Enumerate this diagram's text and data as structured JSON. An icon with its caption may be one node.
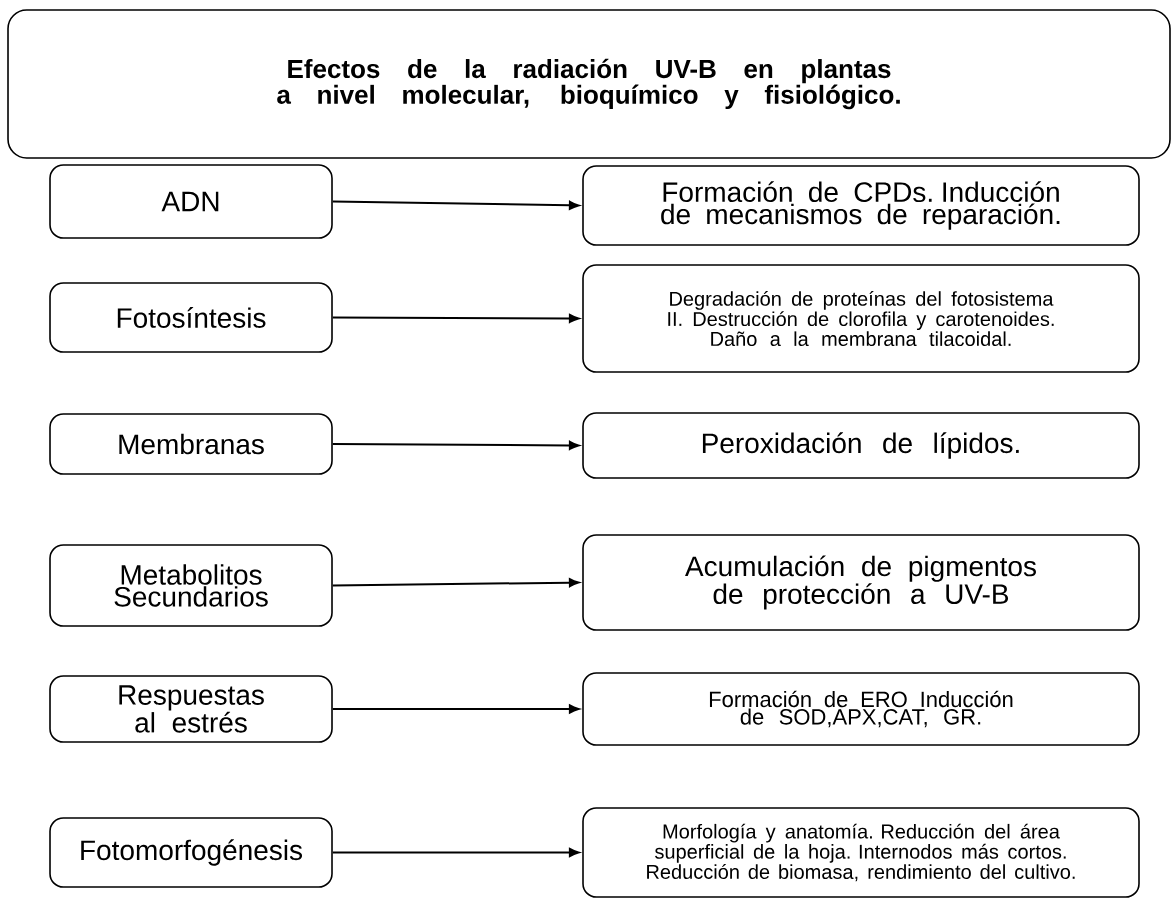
{
  "diagram": {
    "nodes": [
      {
        "text": [
          "Efectos de la radiación UV-B en plantas a nivel molecular, bioquímico y fisiológico."
        ]
      },
      {
        "text": [
          "ADN"
        ]
      },
      {
        "text": [
          "Formación de CPDs. Inducción de mecanismos de reparación."
        ]
      },
      {
        "text": [
          "Fotosíntesis"
        ]
      },
      {
        "text": [
          "Degradación de proteínas del fotosistema II. Destrucción de clorofila y carotenoides. Daño a la membrana tilacoidal."
        ]
      },
      {
        "text": [
          "Membranas"
        ]
      },
      {
        "text": [
          "Peroxidación de lípidos."
        ]
      },
      {
        "text": [
          "Metabolitos Secundarios"
        ]
      },
      {
        "text": [
          "Acumulación de pigmentos de protección a UV-B"
        ]
      },
      {
        "text": [
          "Respuestas al estrés"
        ]
      },
      {
        "text": [
          "Formación de ERO Inducción de SOD,APX,CAT, GR."
        ]
      },
      {
        "text": [
          "Fotomorfogénesis"
        ]
      },
      {
        "text": [
          "Morfología y anatomía. Reducción del área superficial de la hoja. Internodos más cortos. Reducción de biomasa, rendimiento del cultivo."
        ]
      }
    ],
    "edges": [
      {
        "from": 1,
        "to": 2,
        "arrow": "to"
      },
      {
        "from": 3,
        "to": 4,
        "arrow": "to"
      },
      {
        "from": 5,
        "to": 6,
        "arrow": "to"
      },
      {
        "from": 7,
        "to": 8,
        "arrow": "to"
      },
      {
        "from": 9,
        "to": 10,
        "arrow": "to"
      },
      {
        "from": 11,
        "to": 12,
        "arrow": "to"
      }
    ]
  }
}
